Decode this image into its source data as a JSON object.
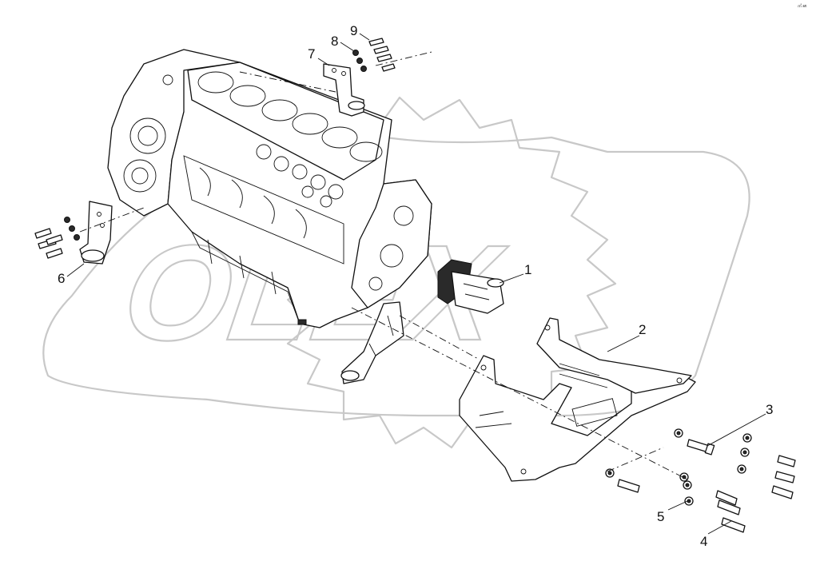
{
  "diagram": {
    "corner_mark": "㎡ ㏂",
    "watermark_text": "OLEX",
    "callouts": [
      "1",
      "2",
      "3",
      "4",
      "5",
      "6",
      "7",
      "8",
      "9"
    ],
    "colors": {
      "line": "#111111",
      "watermark": "#c8c8c8",
      "background": "#ffffff"
    }
  }
}
